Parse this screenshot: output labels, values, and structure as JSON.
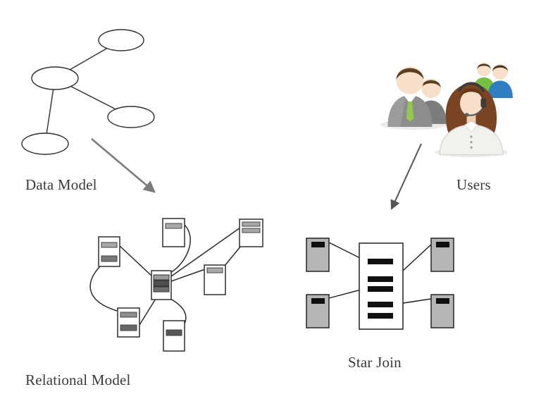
{
  "diagram": {
    "kind": "concept-diagram",
    "description": "Conceptual data model maps to a relational model; users query it via a star join",
    "sections": [
      {
        "id": "data-model",
        "label": "Data Model",
        "kind": "entity-graph",
        "node_count": 4,
        "edge_count": 3
      },
      {
        "id": "users",
        "label": "Users",
        "kind": "people-clipart",
        "figure_count": 5
      },
      {
        "id": "relational-model",
        "label": "Relational Model",
        "kind": "table-network",
        "table_count": 7,
        "link_count": 8
      },
      {
        "id": "star-join",
        "label": "Star Join",
        "kind": "star-schema",
        "fact_rows": 5,
        "dimension_tables": 4,
        "link_count": 4
      }
    ],
    "arrows": [
      {
        "from": "Data Model",
        "to": "Relational Model"
      },
      {
        "from": "Users",
        "to": "Star Join"
      }
    ],
    "colors": {
      "background": "#ffffff",
      "line": "#2f2f2f",
      "label_text": "#3a3a3a",
      "arrow_left": "#7b7b7b",
      "arrow_right": "#565656",
      "dimension_table_gray": "#b5b5b5",
      "fact_bar_black": "#101010",
      "row_light_gray": "#a8a8a8",
      "row_dark_gray": "#5a5a5a",
      "suit_gray": "#8d8d8d",
      "tie_green": "#93c74f",
      "shirt_green": "#76c043",
      "shirt_blue": "#2e7ec0",
      "hair_brown": "#5d3f22",
      "woman_hair_brown": "#7a4423",
      "skin": "#f7dfc9",
      "headset_dark": "#3c3c3c"
    }
  }
}
